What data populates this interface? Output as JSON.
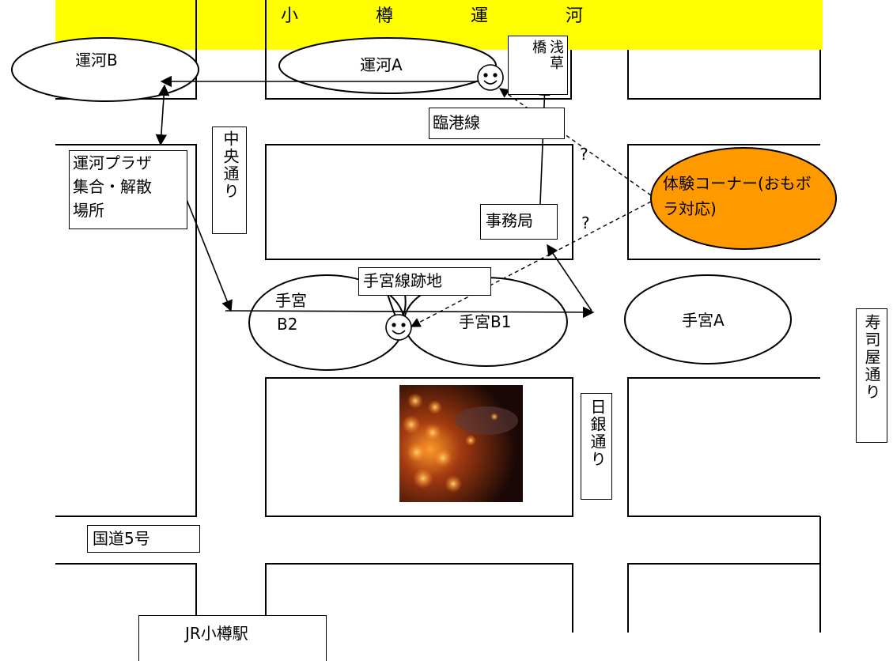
{
  "title": "小　樽　運　河",
  "streets": {
    "rinko": "臨港線",
    "chuo": "中央通り",
    "nichigin": "日銀通り",
    "sushiya": "寿司屋通り",
    "kokudo": "国道5号"
  },
  "places": {
    "unga_b": "運河B",
    "unga_a": "運河A",
    "asakusa_bridge_col1": "橋",
    "asakusa_bridge_col2": "浅草",
    "plaza_line1": "運河プラザ",
    "plaza_line2": "集合・解散",
    "plaza_line3": "場所",
    "jimukyoku": "事務局",
    "temiya_line_ruins": "手宮線跡地",
    "temiya_b2_line1": "手宮",
    "temiya_b2_line2": "B2",
    "temiya_b1": "手宮B1",
    "temiya_a": "手宮A",
    "jr_station": "JR小樽駅"
  },
  "experience_corner": "体験コーナー(おもボラ対応)",
  "question_marks": [
    "?",
    "?"
  ],
  "colors": {
    "canal_band": "#ffff00",
    "experience_corner": "#ff9900",
    "photo_glow": "#ff8a1e"
  },
  "icons": [
    "smiley-icon",
    "smiley-icon"
  ]
}
